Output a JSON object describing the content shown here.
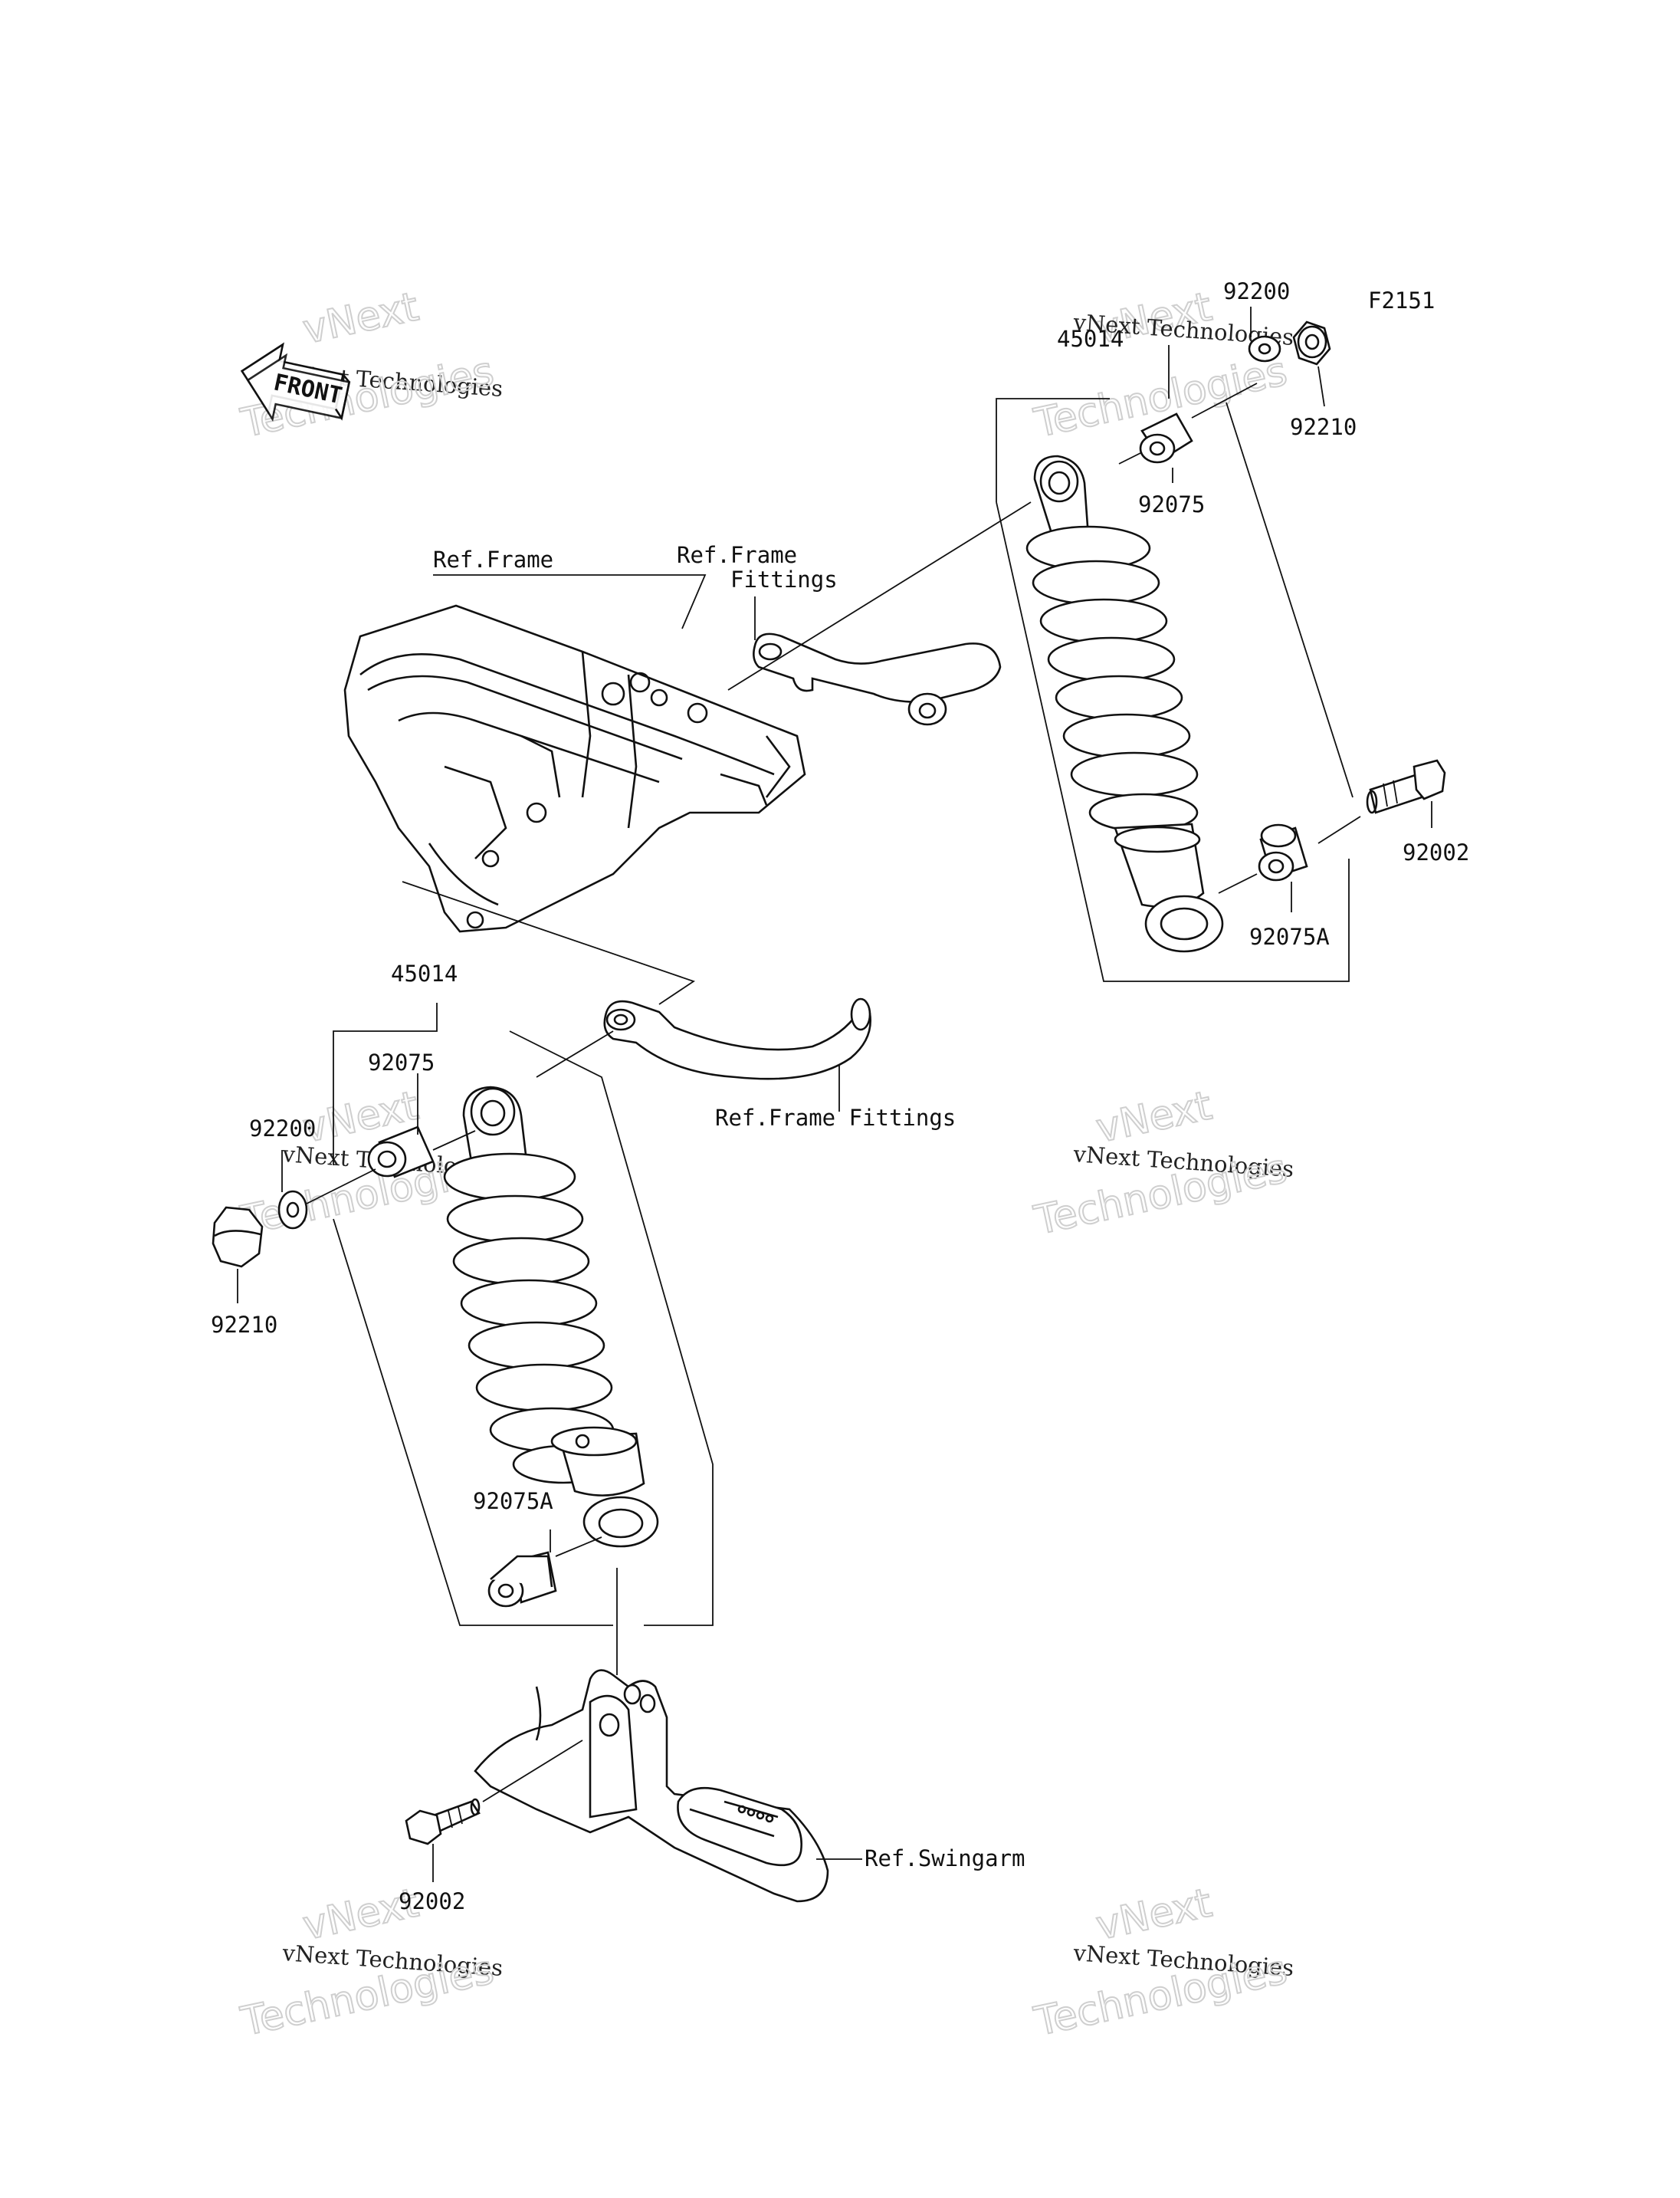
{
  "diagram": {
    "figure_code": "F2151",
    "front_arrow": "FRONT",
    "labels": {
      "ref_frame": "Ref.Frame",
      "ref_frame_fittings_top_line1": "Ref.Frame",
      "ref_frame_fittings_top_line2": "Fittings",
      "ref_frame_fittings_bottom": "Ref.Frame Fittings",
      "ref_swingarm": "Ref.Swingarm",
      "right_shock_assy": "45014",
      "right_washer": "92200",
      "right_nut": "92210",
      "right_upper_bush": "92075",
      "right_bolt": "92002",
      "right_lower_bush": "92075A",
      "left_shock_assy": "45014",
      "left_upper_bush": "92075",
      "left_washer": "92200",
      "left_nut": "92210",
      "left_lower_bush": "92075A",
      "left_bolt": "92002"
    },
    "watermark": {
      "line1": "vNext",
      "line2": "vNext Technologies",
      "line3": "Technologies"
    }
  }
}
